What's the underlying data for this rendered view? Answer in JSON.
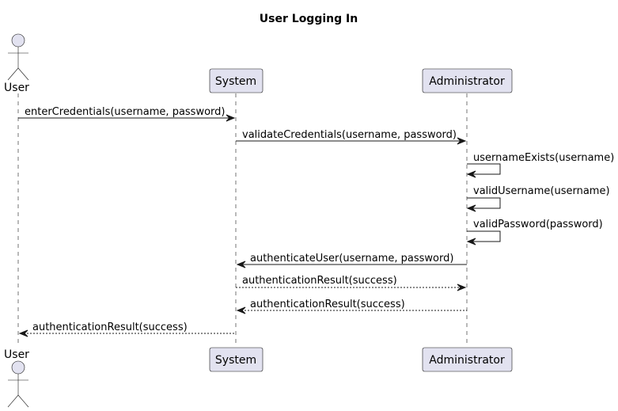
{
  "diagram": {
    "title": "User Logging In",
    "participants": {
      "user": "User",
      "system": "System",
      "admin": "Administrator"
    },
    "messages": [
      {
        "id": "m1",
        "from": "user",
        "to": "system",
        "label": "enterCredentials(username, password)",
        "style": "solid"
      },
      {
        "id": "m2",
        "from": "system",
        "to": "admin",
        "label": "validateCredentials(username, password)",
        "style": "solid"
      },
      {
        "id": "m3",
        "from": "admin",
        "to": "admin",
        "label": "usernameExists(username)",
        "style": "solid"
      },
      {
        "id": "m4",
        "from": "admin",
        "to": "admin",
        "label": "validUsername(username)",
        "style": "solid"
      },
      {
        "id": "m5",
        "from": "admin",
        "to": "admin",
        "label": "validPassword(password)",
        "style": "solid"
      },
      {
        "id": "m6",
        "from": "admin",
        "to": "system",
        "label": "authenticateUser(username, password)",
        "style": "solid"
      },
      {
        "id": "m7",
        "from": "system",
        "to": "admin",
        "label": "authenticationResult(success)",
        "style": "dashed"
      },
      {
        "id": "m8",
        "from": "admin",
        "to": "system",
        "label": "authenticationResult(success)",
        "style": "dashed"
      },
      {
        "id": "m9",
        "from": "system",
        "to": "user",
        "label": "authenticationResult(success)",
        "style": "dashed"
      }
    ],
    "colors": {
      "participant_fill": "#E2E2F0",
      "line": "#181818",
      "text": "#000000"
    }
  }
}
